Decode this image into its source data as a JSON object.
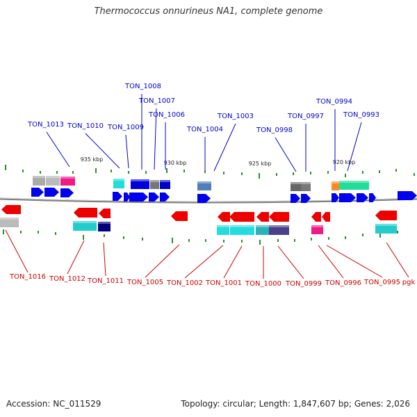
{
  "title": "Thermococcus onnurineus NA1, complete genome",
  "accession_text": "Accession: NC_011529",
  "summary_text": "Topology: circular; Length: 1,847,607 bp; Genes: 2,026",
  "colors": {
    "background": "#ffffff",
    "backbone": "#808080",
    "forward_label": "#0000cc",
    "reverse_label": "#cc0000",
    "tick": "#2e8b2e",
    "forward_gene": "#0000ee",
    "reverse_gene": "#ee0000"
  },
  "scale_labels": [
    "935 kbp",
    "930 kbp",
    "925 kbp",
    "920 kbp"
  ],
  "forward_gene_labels": [
    "TON_1013",
    "TON_1010",
    "TON_1009",
    "TON_1008",
    "TON_1007",
    "TON_1006",
    "TON_1004",
    "TON_1003",
    "TON_0998",
    "TON_0997",
    "TON_0994",
    "TON_0993"
  ],
  "reverse_gene_labels": [
    "TON_1016",
    "TON_1012",
    "TON_1011",
    "TON_1005",
    "TON_1002",
    "TON_1001",
    "TON_1000",
    "TON_0999",
    "TON_0996",
    "TON_0995",
    "pgk"
  ]
}
